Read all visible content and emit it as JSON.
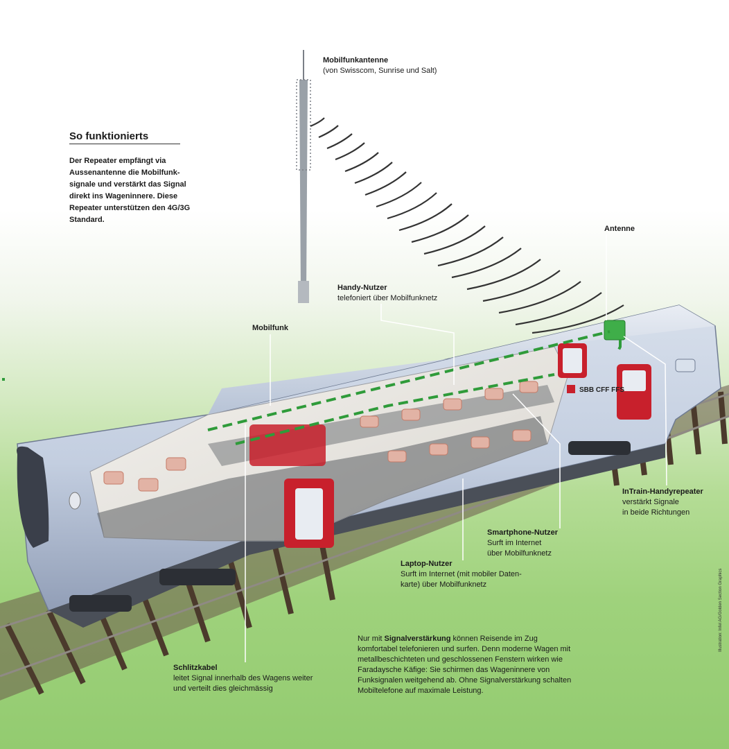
{
  "intro": {
    "title": "So funktionierts",
    "text": "Der Repeater empfängt via Aussenantenne die Mobilfunk-signale und verstärkt das Signal direkt ins Wageninnere. Diese Repeater unterstützen den 4G/3G Standard."
  },
  "labels": {
    "tower": {
      "title": "Mobilfunkantenne",
      "desc": "(von Swisscom, Sunrise und Salt)"
    },
    "antenna": {
      "title": "Antenne"
    },
    "mobilfunk": {
      "title": "Mobilfunk"
    },
    "handy": {
      "title": "Handy-Nutzer",
      "desc": "telefoniert über Mobilfunknetz"
    },
    "repeater": {
      "title": "InTrain-Handyrepeater",
      "desc1": "verstärkt Signale",
      "desc2": "in beide Richtungen"
    },
    "smartphone": {
      "title": "Smartphone-Nutzer",
      "desc1": "Surft im Internet",
      "desc2": "über Mobilfunknetz"
    },
    "laptop": {
      "title": "Laptop-Nutzer",
      "desc1": "Surft im Internet (mit mobiler Daten-",
      "desc2": "karte) über Mobilfunknetz"
    },
    "schlitz": {
      "title": "Schlitzkabel",
      "desc1": "leitet Signal innerhalb des Wagens weiter",
      "desc2": "und verteilt dies gleichmässig"
    }
  },
  "note": {
    "lead": "Nur mit ",
    "bold": "Signalverstärkung",
    "rest": " können Reisende im Zug komfortabel telefonieren und surfen. Denn moderne Wagen mit metallbeschichteten und geschlossenen Fenstern wirken wie Faradaysche Käfige: Sie schirmen das Wageninnere von Funksignalen weitgehend ab. Ohne Signalverstärkung schalten Mobiltelefone auf maximale Leistung."
  },
  "train_logo": "SBB CFF FFS",
  "credit": "Illustration: Infel AG/Golden Section Graphics",
  "colors": {
    "signal_green": "#2f9b3a",
    "train_red": "#c8202c",
    "body_blue": "#b9c6da",
    "grass": "#9fd27c"
  }
}
